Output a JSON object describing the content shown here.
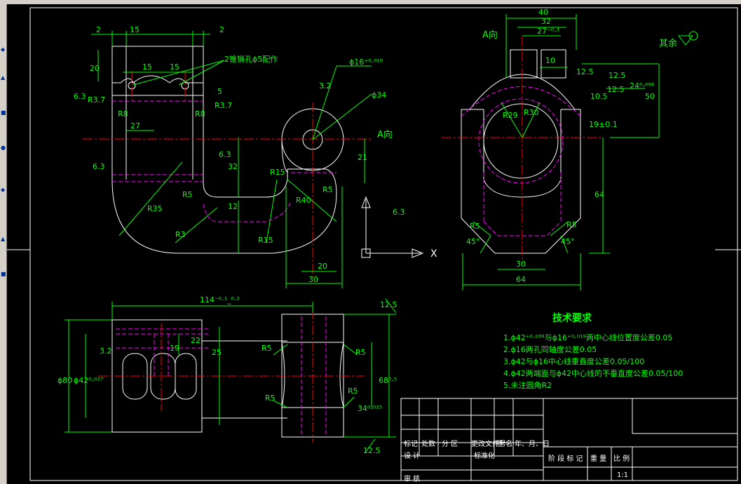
{
  "view_label_A": "A向",
  "view_label_A2": "A向",
  "roughness_rest": "其余",
  "ucs_x": "X",
  "tech_req_title": "技术要求",
  "tech_req_items": [
    "1.ϕ42⁺⁰·⁰³⁹与ϕ16⁺⁰·⁰¹⁹两中心线位置度公差0.05",
    "2.ϕ16两孔同轴度公差0.05",
    "3.ϕ42与ϕ16中心线垂直度公差0.05/100",
    "4.ϕ42两端面与ϕ42中心线的不垂直度公差0.05/100",
    "5.未注圆角R2"
  ],
  "dims_front": {
    "d2a": "2",
    "d15a": "15",
    "d2b": "2",
    "d15b": "15",
    "d15c": "15",
    "d20": "20",
    "d27": "27",
    "d32": "32",
    "d12": "12",
    "d21": "21",
    "d20b": "20",
    "d30": "30",
    "d5": "5",
    "r37a": "R3.7",
    "r37b": "R3.7",
    "r8a": "R8",
    "r8b": "R8",
    "r5a": "R5",
    "r5b": "R5",
    "r35": "R35",
    "r3": "R3",
    "r15a": "R15",
    "r15b": "R15",
    "r40": "R40",
    "phi16": "ϕ16⁺⁰·⁰¹⁹",
    "phi34": "ϕ34",
    "rough63a": "6.3",
    "rough63b": "6.3",
    "rough63c": "6.3",
    "rough32": "3.2",
    "rough63d": "6.3",
    "hole_note": "2锥销孔ϕ5配作"
  },
  "dims_side": {
    "d40": "40",
    "d32": "32",
    "d27": "27⁻⁰·³",
    "d10": "10",
    "d125a": "12.5",
    "d125b": "12.5",
    "d125c": "12.5",
    "d105": "10.5",
    "d24": "24⁰·⁰⁹⁸",
    "d50": "50",
    "d19": "19±0.1",
    "d64v": "64",
    "d30": "30",
    "d64h": "64",
    "r29": "R29",
    "r30": "R30",
    "r5a": "R5",
    "r5b": "R5",
    "a45a": "45°",
    "a45b": "45°"
  },
  "dims_bottom": {
    "d114": "114⁻⁰·¹_⁰·²",
    "d125a": "12.5",
    "d125b": "12.5",
    "phi80": "ϕ80",
    "phi42": "ϕ42⁰·⁰²⁷",
    "d32": "3.2",
    "d22": "22",
    "d19": "19",
    "d25": "25",
    "d68": "68⁰·⁵",
    "d34": "34⁰·⁰²⁵",
    "r5a": "R5",
    "r5b": "R5",
    "r5c": "R5",
    "r5d": "R5"
  },
  "title_block": {
    "mark": "标记",
    "count": "处数",
    "zone": "分 区",
    "doc": "更改文件号",
    "sign": "签 名",
    "date": "年、月、日",
    "design": "设 计",
    "standard": "标准化",
    "stage": "阶 段 标 记",
    "weight": "重 量",
    "scale_lbl": "比 例",
    "scale": "1:1",
    "review": "审 核"
  },
  "colors": {
    "outline": "#ffffff",
    "dimension": "#00ff00",
    "centerline": "#ff0000",
    "hidden": "#ff00ff",
    "border": "#ffffff"
  }
}
